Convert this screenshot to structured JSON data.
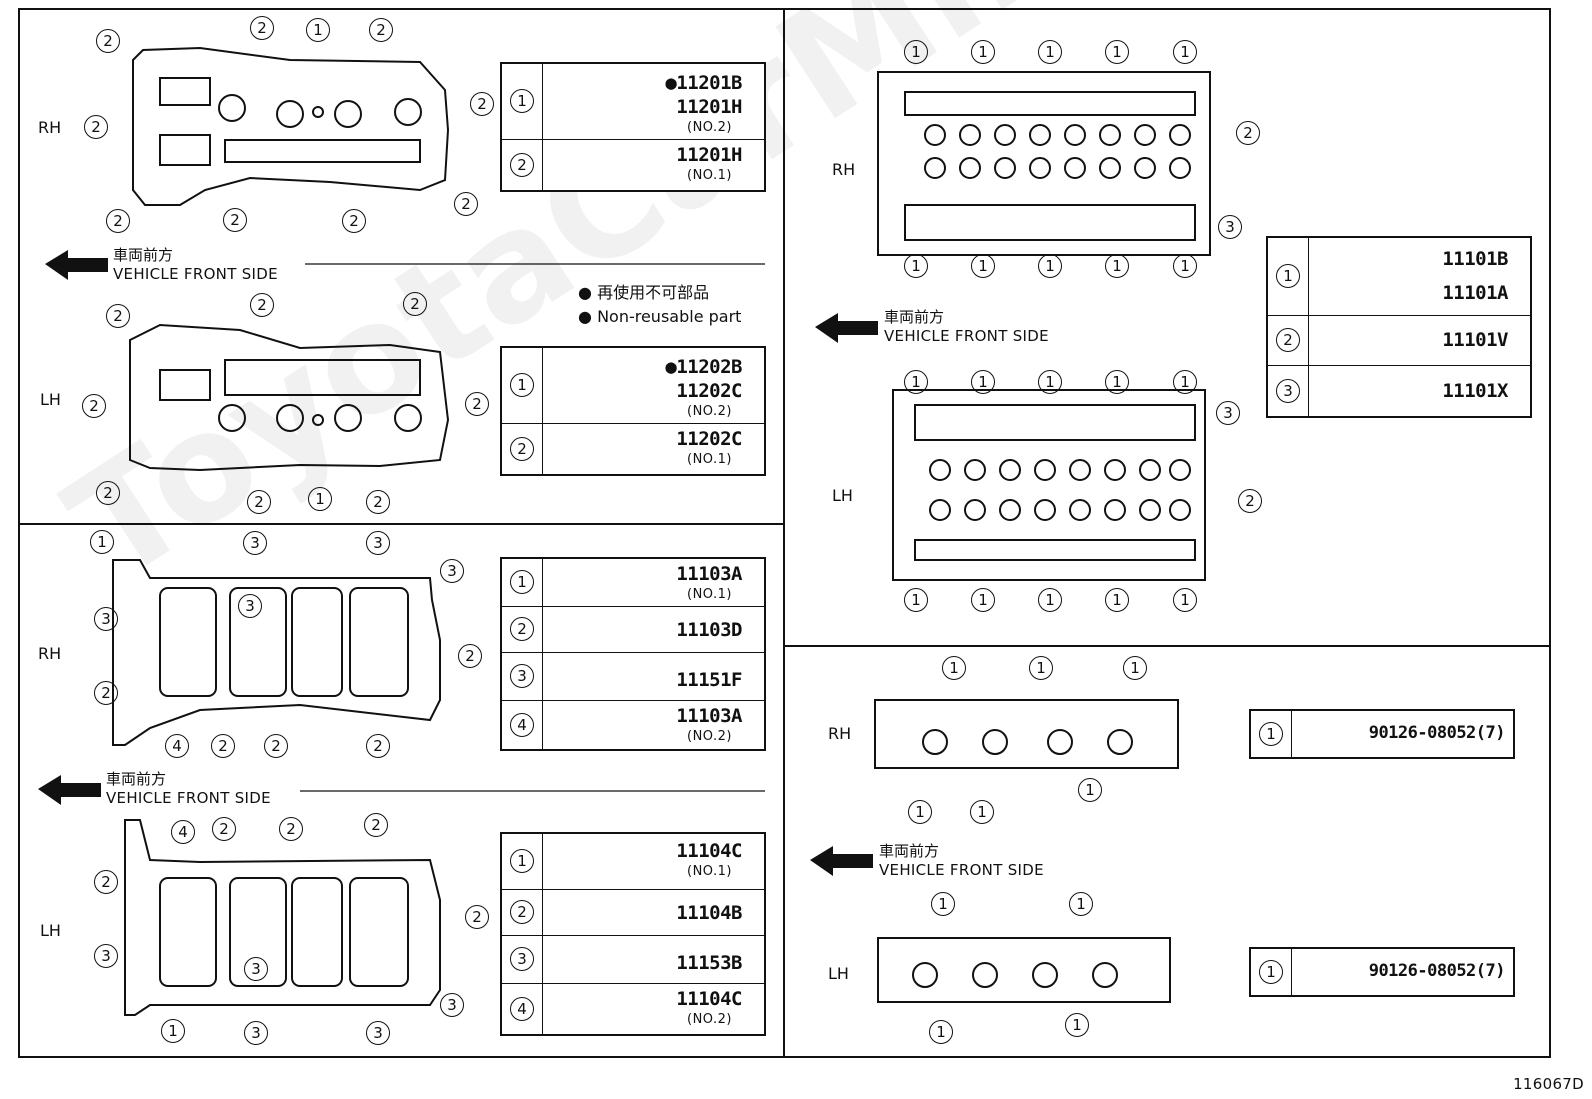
{
  "side_labels": {
    "rh": "RH",
    "lh": "LH"
  },
  "vehicle_front": {
    "jp": "車両前方",
    "en": "VEHICLE FRONT SIDE"
  },
  "legend": {
    "jp": "再使用不可部品",
    "en": "Non-reusable part"
  },
  "footer_code": "116067D",
  "watermark": "ToyotaCarMine.ru",
  "tables": {
    "rocker_rh": [
      {
        "num": "1",
        "pn1": "11201B",
        "pn2": "11201H",
        "sub": "(NO.2)"
      },
      {
        "num": "2",
        "pn1": "11201H",
        "sub": "(NO.1)"
      }
    ],
    "rocker_lh": [
      {
        "num": "1",
        "pn1": "11202B",
        "pn2": "11202C",
        "sub": "(NO.2)"
      },
      {
        "num": "2",
        "pn1": "11202C",
        "sub": "(NO.1)"
      }
    ],
    "pan_rh": [
      {
        "num": "1",
        "pn1": "11103A",
        "sub": "(NO.1)"
      },
      {
        "num": "2",
        "pn1": "11103D"
      },
      {
        "num": "3",
        "pn1": "11151F"
      },
      {
        "num": "4",
        "pn1": "11103A",
        "sub": "(NO.2)"
      }
    ],
    "pan_lh": [
      {
        "num": "1",
        "pn1": "11104C",
        "sub": "(NO.1)"
      },
      {
        "num": "2",
        "pn1": "11104B"
      },
      {
        "num": "3",
        "pn1": "11153B"
      },
      {
        "num": "4",
        "pn1": "11104C",
        "sub": "(NO.2)"
      }
    ],
    "head": [
      {
        "num": "1",
        "pn1": "11101B",
        "pn2": "11101A"
      },
      {
        "num": "2",
        "pn1": "11101V"
      },
      {
        "num": "3",
        "pn1": "11101X"
      }
    ],
    "manifold_rh": [
      {
        "num": "1",
        "pn1": "90126-08052(7)"
      }
    ],
    "manifold_lh": [
      {
        "num": "1",
        "pn1": "90126-08052(7)"
      }
    ]
  },
  "callout_numbers": [
    "1",
    "2",
    "3",
    "4"
  ]
}
